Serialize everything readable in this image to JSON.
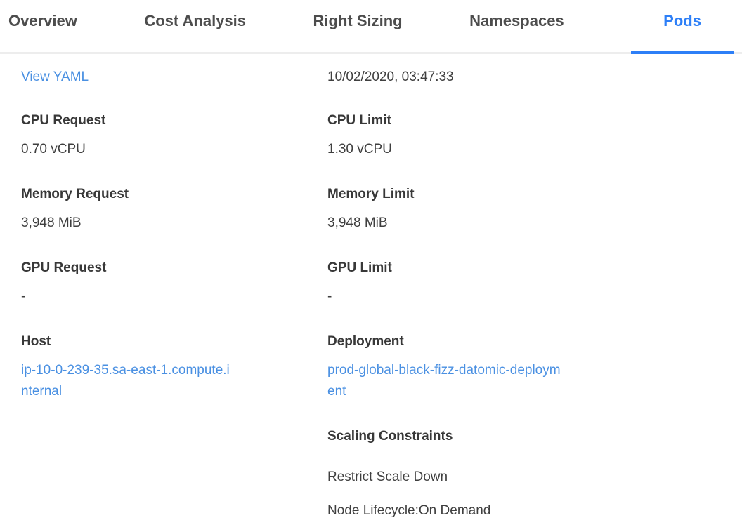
{
  "tabs": {
    "items": [
      {
        "label": "Overview",
        "active": false
      },
      {
        "label": "Cost Analysis",
        "active": false
      },
      {
        "label": "Right Sizing",
        "active": false
      },
      {
        "label": "Namespaces",
        "active": false
      },
      {
        "label": "Pods",
        "active": true
      }
    ]
  },
  "details": {
    "view_yaml_label": "View YAML",
    "timestamp": "10/02/2020, 03:47:33",
    "left_fields": [
      {
        "label": "CPU Request",
        "value": "0.70 vCPU"
      },
      {
        "label": "Memory Request",
        "value": "3,948 MiB"
      },
      {
        "label": "GPU Request",
        "value": "-"
      },
      {
        "label": "Host",
        "value": "ip-10-0-239-35.sa-east-1.compute.internal"
      }
    ],
    "right_fields": [
      {
        "label": "CPU Limit",
        "value": "1.30 vCPU"
      },
      {
        "label": "Memory Limit",
        "value": "3,948 MiB"
      },
      {
        "label": "GPU Limit",
        "value": "-"
      },
      {
        "label": "Deployment",
        "value": "prod-global-black-fizz-datomic-deployment"
      }
    ],
    "scaling_constraints": {
      "title": "Scaling Constraints",
      "items": [
        "Restrict Scale Down",
        "Node Lifecycle:On Demand"
      ]
    }
  },
  "colors": {
    "active_tab_blue": "#2d7ff7",
    "link_blue": "#4a90e2",
    "tab_text": "#4d4d4d",
    "label_text": "#383838",
    "value_text": "#3f3f3f",
    "tabbar_border": "#ededed"
  }
}
